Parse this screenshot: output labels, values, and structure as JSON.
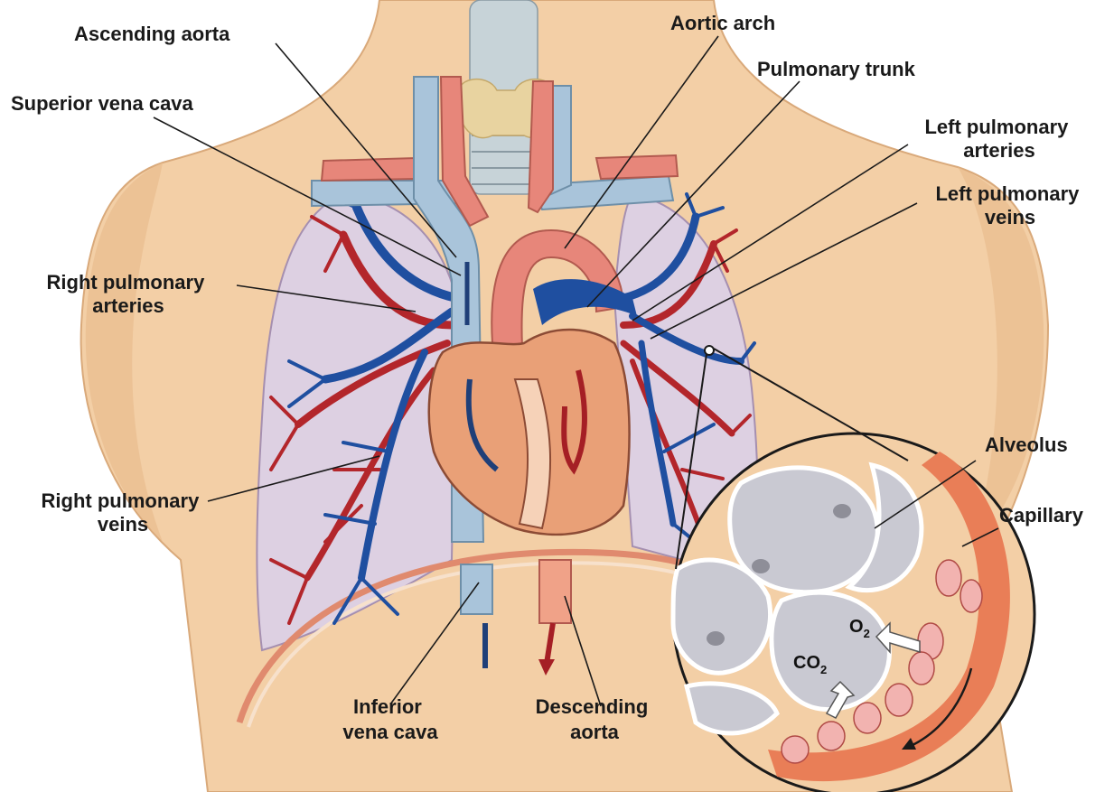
{
  "labels": {
    "ascending_aorta": "Ascending aorta",
    "aortic_arch": "Aortic arch",
    "superior_vena_cava": "Superior vena cava",
    "pulmonary_trunk": "Pulmonary trunk",
    "left_pulmonary_arteries": [
      "Left pulmonary",
      "arteries"
    ],
    "left_pulmonary_veins": [
      "Left pulmonary",
      "veins"
    ],
    "right_pulmonary_arteries": [
      "Right pulmonary",
      "arteries"
    ],
    "right_pulmonary_veins": [
      "Right pulmonary",
      "veins"
    ],
    "alveolus": "Alveolus",
    "capillary": "Capillary",
    "inferior_vena_cava": [
      "Inferior",
      "vena cava"
    ],
    "descending_aorta": [
      "Descending",
      "aorta"
    ]
  },
  "gases": {
    "oxygen": {
      "base": "O",
      "sub": "2"
    },
    "carbon_dioxide": {
      "base": "CO",
      "sub": "2"
    }
  },
  "colors": {
    "skin": "#f3cfa6",
    "skin_shadow": "#e3b487",
    "lung": "#ddd0e2",
    "vein_blue": "#1f4fa0",
    "artery_red": "#b3262b",
    "vena_cava": "#a9c4da",
    "aorta": "#e7867a",
    "heart": "#e9a077",
    "alveolus": "#c9c9d2"
  }
}
